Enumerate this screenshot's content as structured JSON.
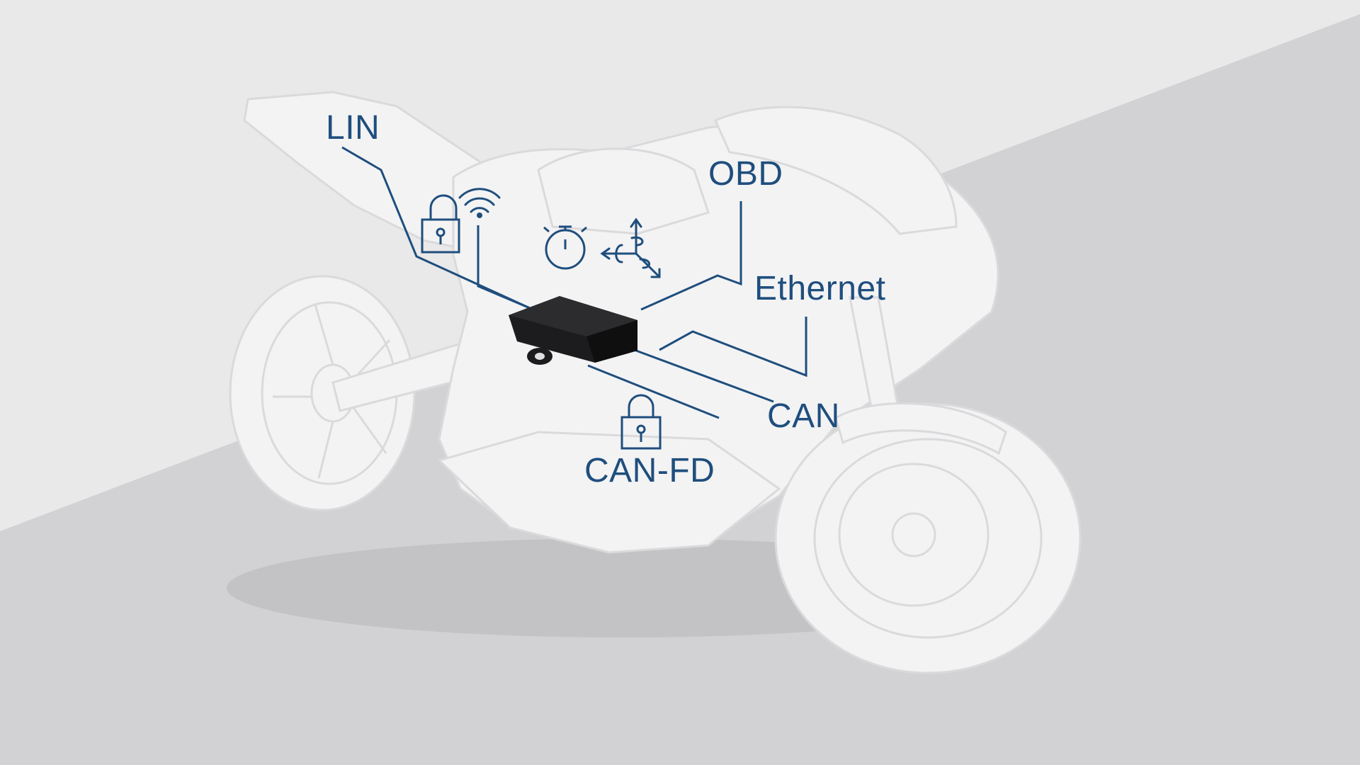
{
  "colors": {
    "background": "#e9e9ea",
    "floor": "#d2d2d4",
    "accent": "#1f4e7d",
    "motorcycle": "#f3f3f4",
    "motorcycle_line": "#dadadc",
    "control_unit": "#1c1c1e"
  },
  "labels": {
    "lin": "LIN",
    "obd": "OBD",
    "ethernet": "Ethernet",
    "can": "CAN",
    "can_fd": "CAN-FD"
  },
  "icons": {
    "lock_upper": "lock-icon",
    "wifi": "wifi-signal-icon",
    "stopwatch": "stopwatch-icon",
    "axes": "motion-axes-icon",
    "lock_lower": "lock-icon"
  }
}
